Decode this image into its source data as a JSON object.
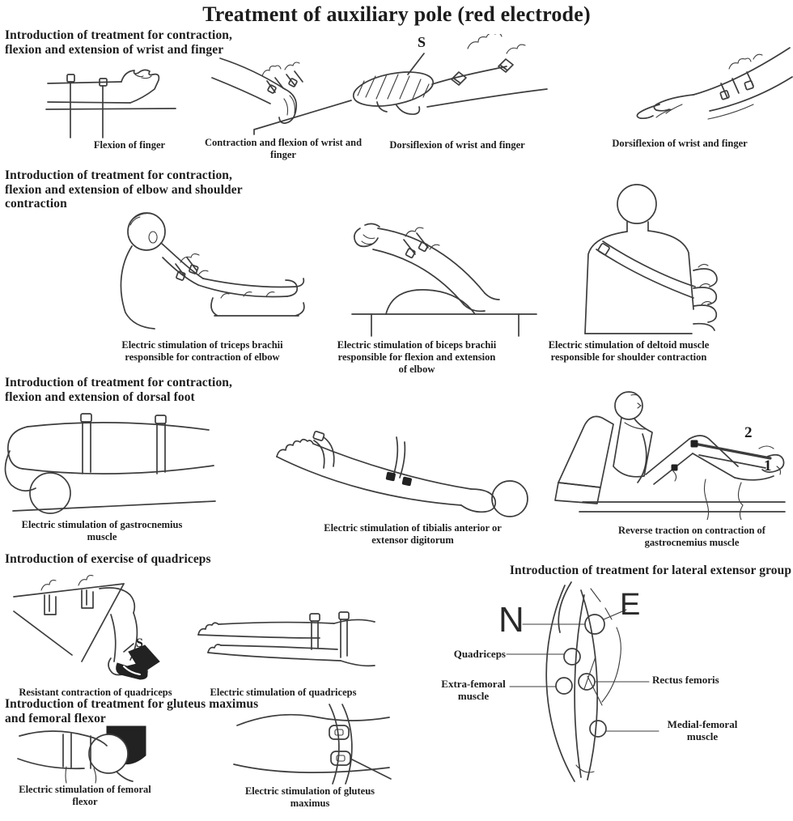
{
  "page_title": "Treatment of auxiliary pole (red electrode)",
  "ink_color": "#3d3d3d",
  "background_color": "#ffffff",
  "sections": [
    {
      "heading": "Introduction of treatment for contraction, flexion and extension of wrist and finger",
      "figures": [
        {
          "name": "flexion-of-finger",
          "caption": "Flexion of finger"
        },
        {
          "name": "contraction-flexion-wrist-finger",
          "caption": "Contraction and flexion of wrist and finger"
        },
        {
          "name": "dorsiflexion-sandbag",
          "caption": "Dorsiflexion of wrist and finger",
          "annotation": "S"
        },
        {
          "name": "dorsiflexion-wrist-finger",
          "caption": "Dorsiflexion of wrist and finger"
        }
      ]
    },
    {
      "heading": "Introduction of treatment for contraction, flexion and extension of elbow and shoulder contraction",
      "figures": [
        {
          "name": "triceps-stimulation",
          "caption": "Electric stimulation of triceps brachii responsible for contraction of elbow"
        },
        {
          "name": "biceps-stimulation",
          "caption": "Electric stimulation of biceps brachii responsible for flexion and extension of elbow"
        },
        {
          "name": "deltoid-stimulation",
          "caption": "Electric stimulation of deltoid muscle responsible for shoulder contraction"
        }
      ]
    },
    {
      "heading": "Introduction of treatment for contraction, flexion and extension of dorsal foot",
      "figures": [
        {
          "name": "gastrocnemius-stimulation",
          "caption": "Electric stimulation of gastrocnemius muscle"
        },
        {
          "name": "tibialis-stimulation",
          "caption": "Electric stimulation of tibialis anterior or extensor digitorum"
        },
        {
          "name": "reverse-traction",
          "caption": "Reverse traction on contraction of gastrocnemius muscle",
          "annotations": [
            "2",
            "1"
          ]
        }
      ]
    },
    {
      "heading": "Introduction of exercise of quadriceps",
      "figures": [
        {
          "name": "resistant-contraction-quadriceps",
          "caption": "Resistant contraction of quadriceps",
          "annotation": "S"
        },
        {
          "name": "quadriceps-stimulation",
          "caption": "Electric stimulation of quadriceps"
        }
      ]
    },
    {
      "heading": "Introduction of treatment for gluteus maximus and femoral flexor",
      "figures": [
        {
          "name": "femoral-flexor-stimulation",
          "caption": "Electric stimulation of femoral flexor"
        },
        {
          "name": "gluteus-maximus-stimulation",
          "caption": "Electric stimulation of gluteus maximus"
        }
      ]
    },
    {
      "heading": "Introduction of treatment for lateral extensor group",
      "diagram": {
        "letter_left": "N",
        "letter_right": "E",
        "labels": [
          {
            "text": "Quadriceps",
            "side": "left"
          },
          {
            "text": "Extra-femoral muscle",
            "side": "left"
          },
          {
            "text": "Rectus femoris",
            "side": "right"
          },
          {
            "text": "Medial-femoral muscle",
            "side": "right"
          }
        ]
      }
    }
  ]
}
